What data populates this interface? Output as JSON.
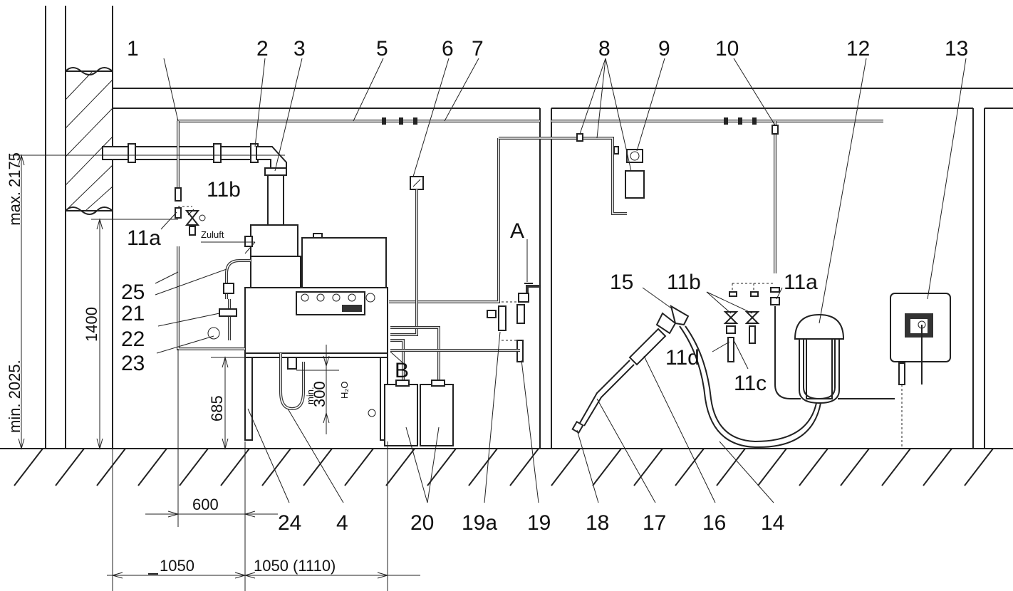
{
  "callouts": [
    {
      "id": "c1",
      "text": "1"
    },
    {
      "id": "c2",
      "text": "2"
    },
    {
      "id": "c3",
      "text": "3"
    },
    {
      "id": "c5",
      "text": "5"
    },
    {
      "id": "c6",
      "text": "6"
    },
    {
      "id": "c7",
      "text": "7"
    },
    {
      "id": "c8",
      "text": "8"
    },
    {
      "id": "c9",
      "text": "9"
    },
    {
      "id": "c10",
      "text": "10"
    },
    {
      "id": "c12",
      "text": "12"
    },
    {
      "id": "c13",
      "text": "13"
    },
    {
      "id": "c11b_left",
      "text": "11b"
    },
    {
      "id": "c11a_left",
      "text": "11a"
    },
    {
      "id": "cA",
      "text": "A"
    },
    {
      "id": "cB",
      "text": "B"
    },
    {
      "id": "c15",
      "text": "15"
    },
    {
      "id": "c11b_right",
      "text": "11b"
    },
    {
      "id": "c11a_right",
      "text": "11a"
    },
    {
      "id": "c11d",
      "text": "11d"
    },
    {
      "id": "c11c",
      "text": "11c"
    },
    {
      "id": "c25",
      "text": "25"
    },
    {
      "id": "c21",
      "text": "21"
    },
    {
      "id": "c22",
      "text": "22"
    },
    {
      "id": "c23",
      "text": "23"
    },
    {
      "id": "c24",
      "text": "24"
    },
    {
      "id": "c4",
      "text": "4"
    },
    {
      "id": "c20",
      "text": "20"
    },
    {
      "id": "c19a",
      "text": "19a"
    },
    {
      "id": "c19",
      "text": "19"
    },
    {
      "id": "c18",
      "text": "18"
    },
    {
      "id": "c17",
      "text": "17"
    },
    {
      "id": "c16",
      "text": "16"
    },
    {
      "id": "c14",
      "text": "14"
    }
  ],
  "dimensions": {
    "max_height": "max. 2175",
    "min_height": "min. 2025.",
    "height_1400": "1400",
    "height_685": "685",
    "min_water": "min.",
    "water_300": "300",
    "h2o": "H₂O",
    "width_600": "600",
    "width_1050": "1050",
    "width_1050_1110": "1050 (1110)"
  },
  "annotations": {
    "zuluft": "Zuluft"
  }
}
